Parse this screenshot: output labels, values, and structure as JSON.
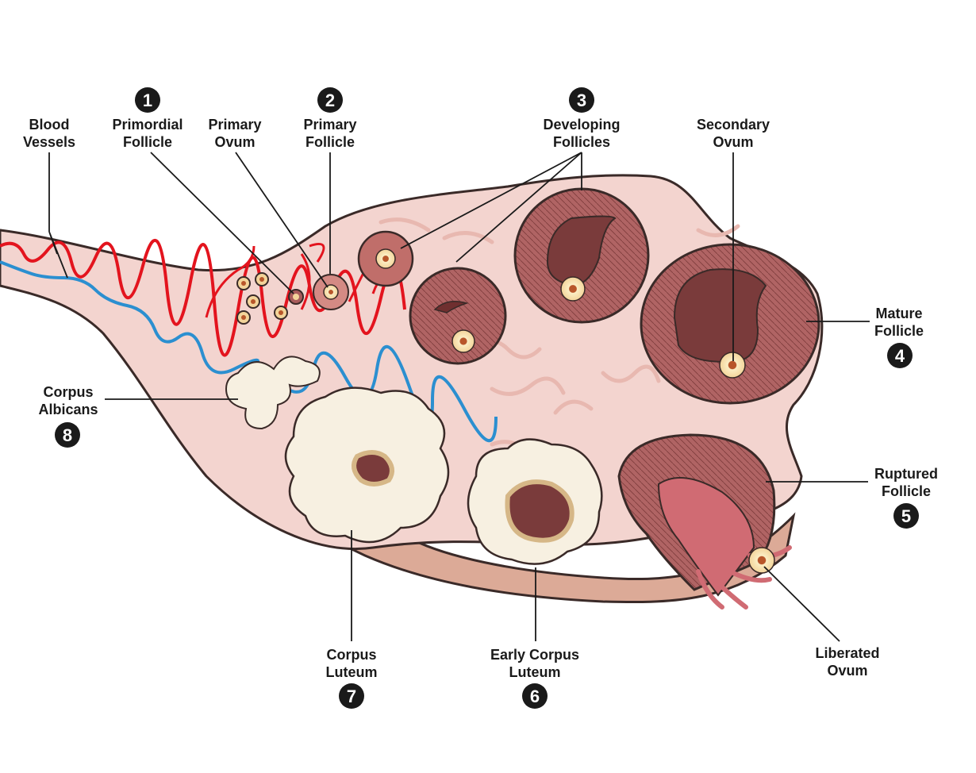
{
  "labels": {
    "blood_vessels": [
      "Blood",
      "Vessels"
    ],
    "primordial_follicle": [
      "Primordial",
      "Follicle"
    ],
    "primary_ovum": [
      "Primary",
      "Ovum"
    ],
    "primary_follicle": [
      "Primary",
      "Follicle"
    ],
    "developing_follicles": [
      "Developing",
      "Follicles"
    ],
    "secondary_ovum": [
      "Secondary",
      "Ovum"
    ],
    "mature_follicle": [
      "Mature",
      "Follicle"
    ],
    "ruptured_follicle": [
      "Ruptured",
      "Follicle"
    ],
    "liberated_ovum": [
      "Liberated",
      "Ovum"
    ],
    "early_corpus_luteum": [
      "Early Corpus",
      "Luteum"
    ],
    "corpus_luteum": [
      "Corpus",
      "Luteum"
    ],
    "corpus_albicans": [
      "Corpus",
      "Albicans"
    ]
  },
  "numbers": {
    "primordial_follicle": "1",
    "primary_follicle": "2",
    "developing_follicles": "3",
    "mature_follicle": "4",
    "ruptured_follicle": "5",
    "early_corpus_luteum": "6",
    "corpus_luteum": "7",
    "corpus_albicans": "8"
  },
  "colors": {
    "ovary_tissue": "#f3d4cf",
    "ovary_outline": "#3a2a28",
    "follicle_wall": "#a85c5c",
    "antrum": "#7a3b3b",
    "artery": "#e3141e",
    "vein": "#2b8fd0",
    "corpus_luteum": "#f7f0e1",
    "number_badge": "#1a1a1a"
  }
}
